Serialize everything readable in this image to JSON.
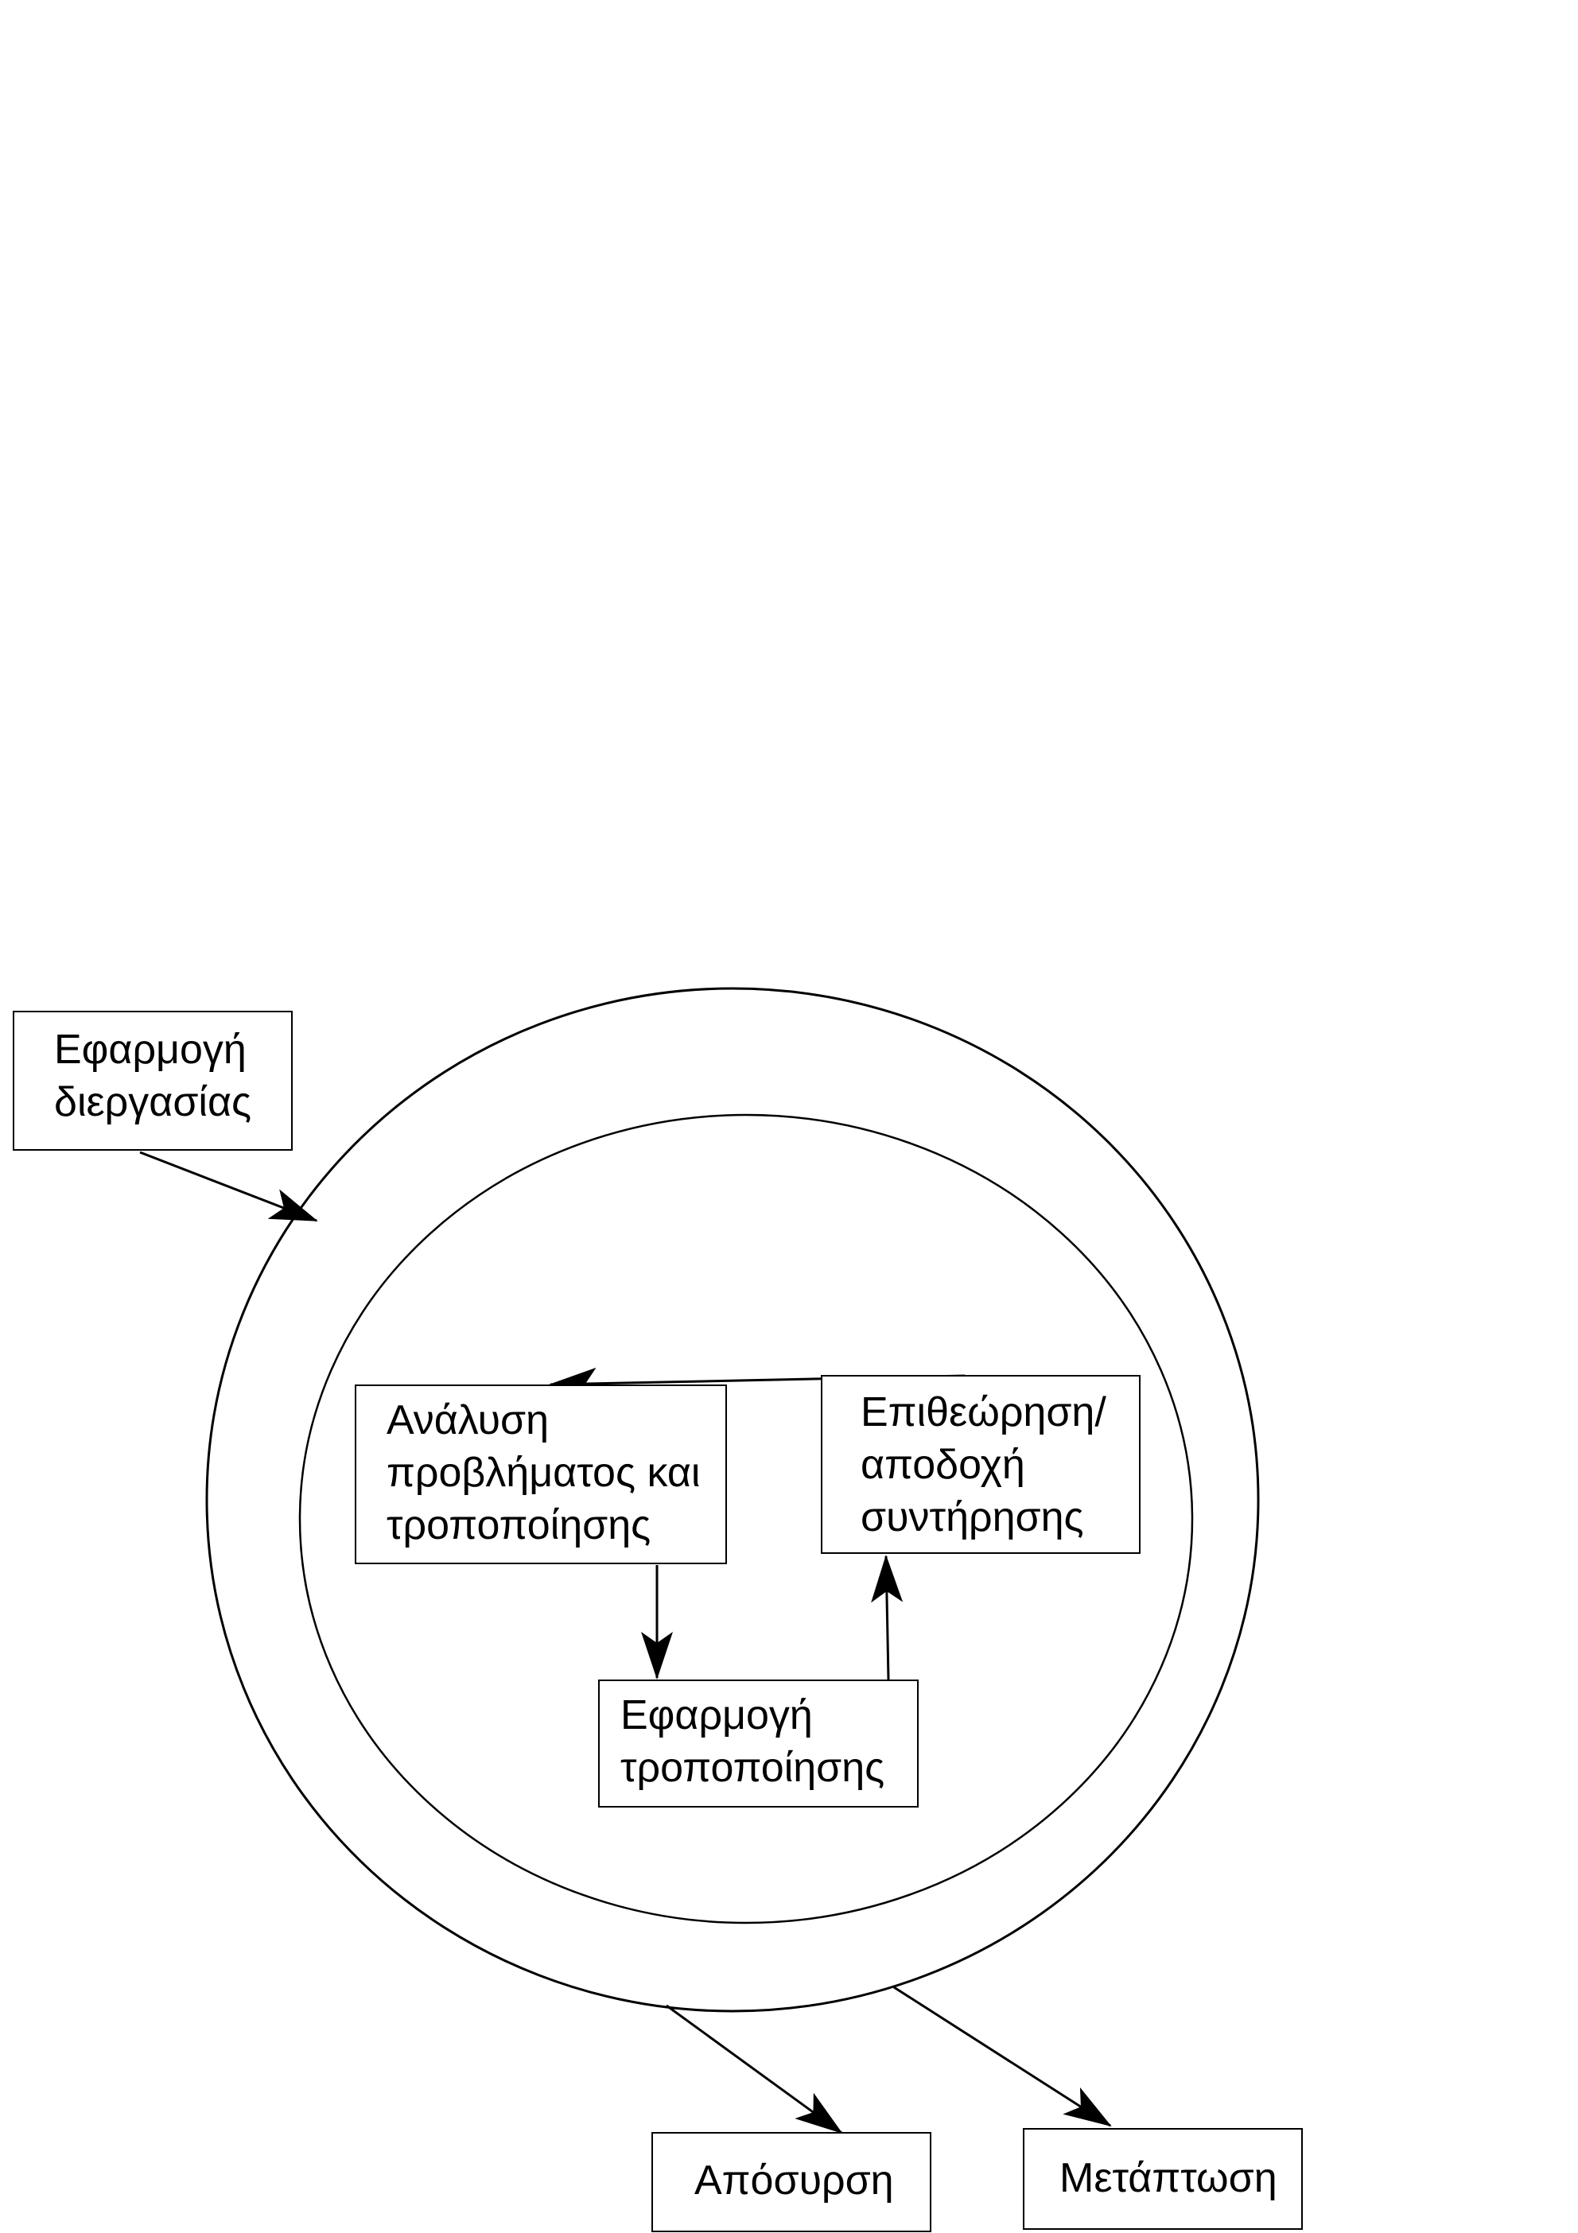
{
  "diagram": {
    "boxes": {
      "process_implementation": [
        "Εφαρμογή",
        "διεργασίας"
      ],
      "problem_analysis": [
        "Ανάλυση",
        "προβλήματος και",
        "τροποποίησης"
      ],
      "review_acceptance": [
        "Επιθεώρηση/",
        "αποδοχή",
        "συντήρησης"
      ],
      "modification_implementation": [
        "Εφαρμογή",
        "τροποποίησης"
      ],
      "retirement": [
        "Απόσυρση"
      ],
      "migration": [
        "Μετάπτωση"
      ]
    },
    "colors": {
      "stroke": "#000000",
      "background": "#ffffff"
    }
  }
}
